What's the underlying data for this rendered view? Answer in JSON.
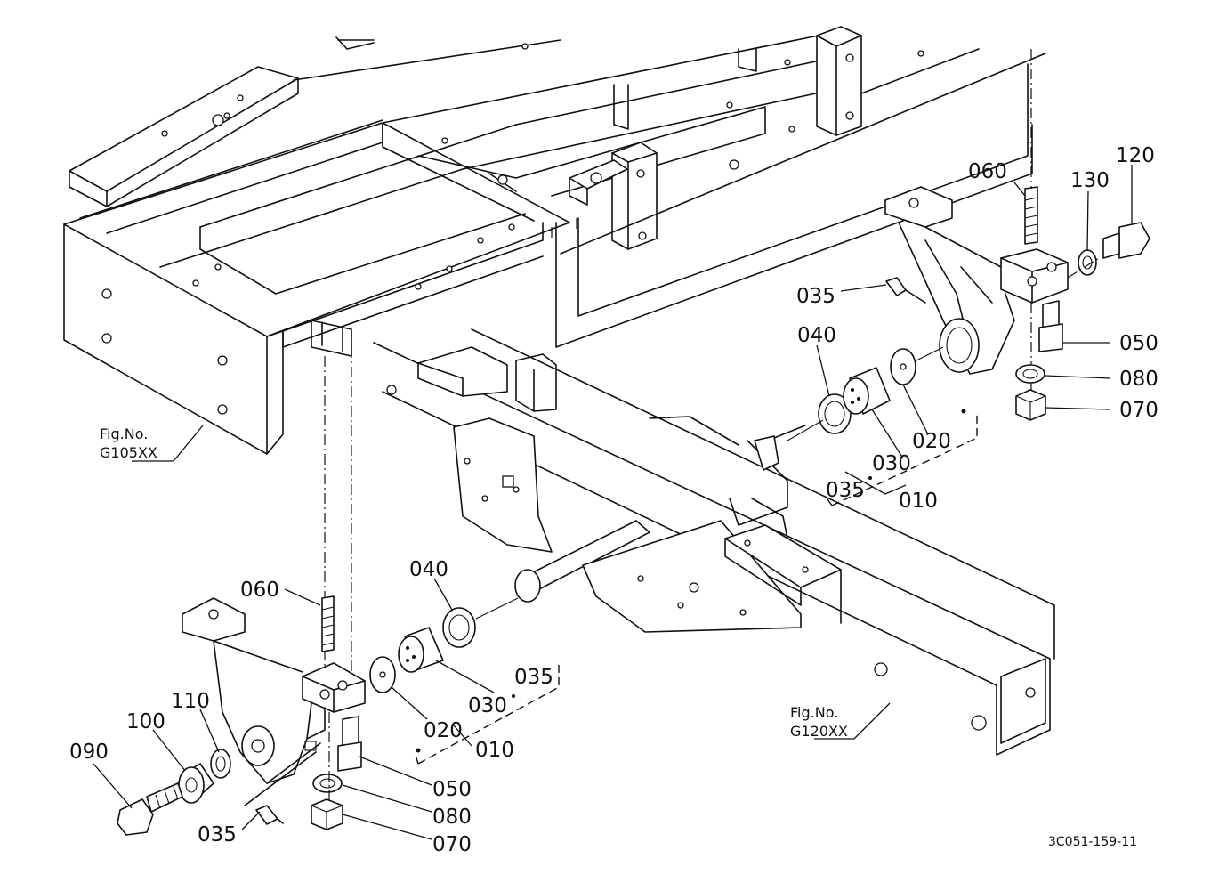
{
  "figure_refs": {
    "frame_left": {
      "line1": "Fig.No.",
      "line2": "G105XX"
    },
    "drawbar": {
      "line1": "Fig.No.",
      "line2": "G120XX"
    }
  },
  "part_labels": {
    "right_060": "060",
    "right_130": "130",
    "right_120": "120",
    "right_035_grease": "035",
    "right_040": "040",
    "right_050": "050",
    "right_080": "080",
    "right_070": "070",
    "right_020": "020",
    "right_030": "030",
    "right_035_group": "035",
    "right_010": "010",
    "left_060": "060",
    "left_040": "040",
    "left_035_group": "035",
    "left_030": "030",
    "left_020": "020",
    "left_010": "010",
    "left_110": "110",
    "left_100": "100",
    "left_090": "090",
    "left_050": "050",
    "left_080": "080",
    "left_070": "070",
    "left_035_grease": "035"
  },
  "drawing_code": "3C051-159-11"
}
